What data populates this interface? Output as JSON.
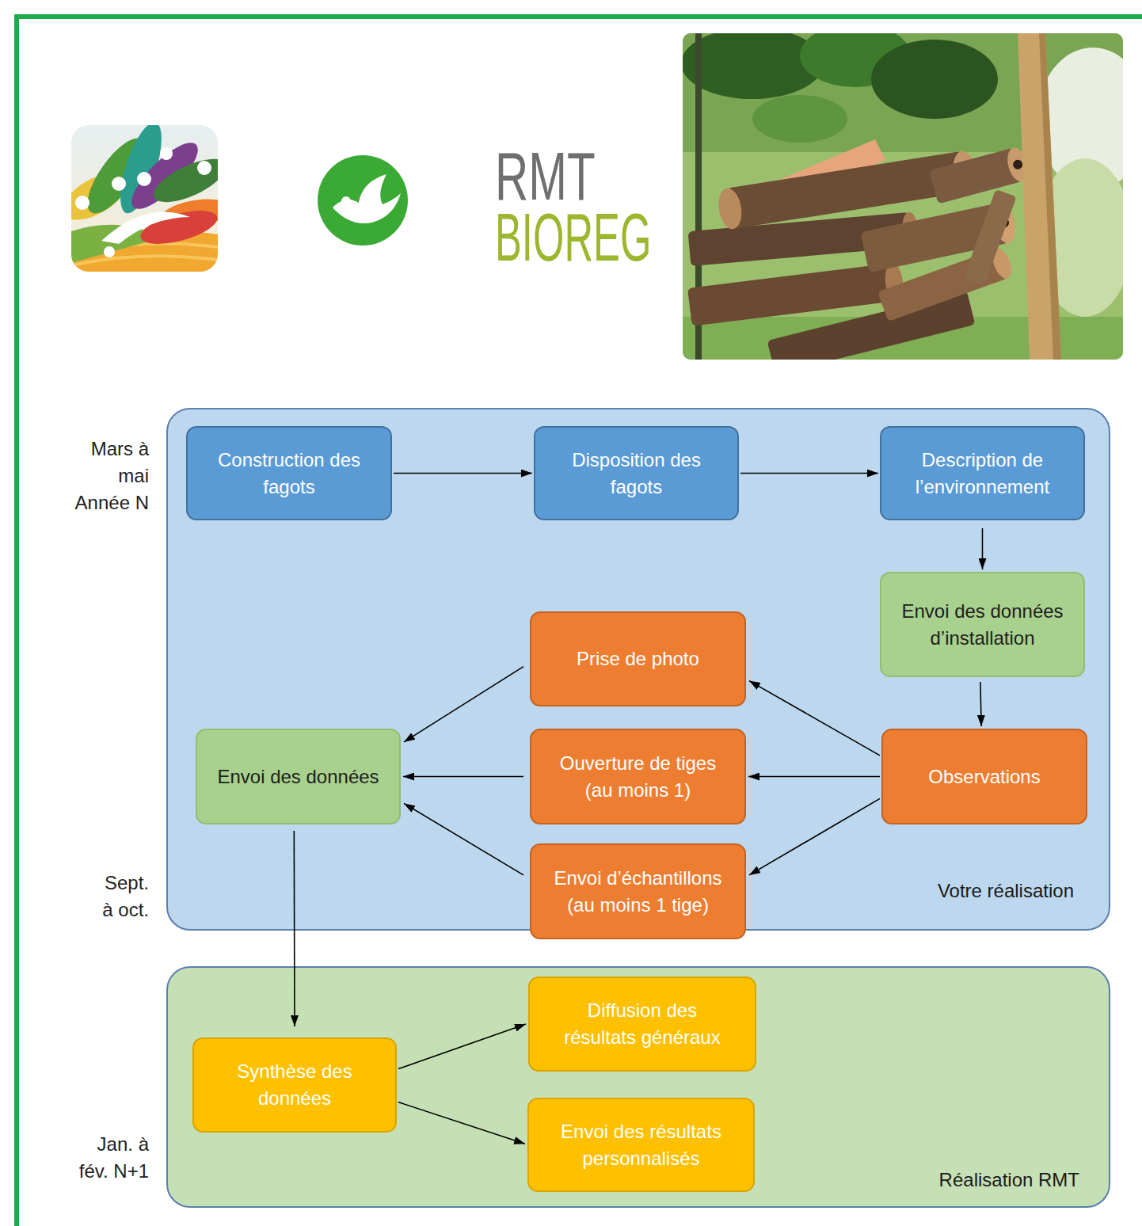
{
  "diagram": {
    "nodes": [
      {
        "text": [
          "Votre réalisation"
        ]
      },
      {
        "text": [
          "Construction des fagots"
        ],
        "in": 0
      },
      {
        "text": [
          "Disposition des fagots"
        ],
        "in": 0
      },
      {
        "text": [
          "Description de l’environnement"
        ],
        "in": 0
      },
      {
        "text": [
          "Envoi des données d’installation"
        ],
        "in": 0
      },
      {
        "text": [
          "Prise de photo"
        ],
        "in": 0
      },
      {
        "text": [
          "Envoi des données"
        ],
        "in": 0
      },
      {
        "text": [
          "Ouverture de tiges (au moins 1)"
        ],
        "in": 0
      },
      {
        "text": [
          "Observations"
        ],
        "in": 0
      },
      {
        "text": [
          "Envoi d’échantillons (au moins 1 tige)"
        ],
        "in": 0
      },
      {
        "text": [
          "Réalisation RMT"
        ]
      },
      {
        "text": [
          "Synthèse des données"
        ],
        "in": 10
      },
      {
        "text": [
          "Diffusion des résultats généraux"
        ],
        "in": 10
      },
      {
        "text": [
          "Envoi des résultats personnalisés"
        ],
        "in": 10
      }
    ],
    "edges": [
      {
        "from": 1,
        "to": 2,
        "arrow": "to"
      },
      {
        "from": 2,
        "to": 3,
        "arrow": "to"
      },
      {
        "from": 3,
        "to": 4,
        "arrow": "to"
      },
      {
        "from": 4,
        "to": 8,
        "arrow": "to"
      },
      {
        "from": 8,
        "to": 5,
        "arrow": "to"
      },
      {
        "from": 8,
        "to": 7,
        "arrow": "to"
      },
      {
        "from": 8,
        "to": 9,
        "arrow": "to"
      },
      {
        "from": 5,
        "to": 6,
        "arrow": "to"
      },
      {
        "from": 7,
        "to": 6,
        "arrow": "to"
      },
      {
        "from": 9,
        "to": 6,
        "arrow": "to"
      },
      {
        "from": 6,
        "to": 11,
        "arrow": "to"
      },
      {
        "from": 11,
        "to": 12,
        "arrow": "to"
      },
      {
        "from": 11,
        "to": 13,
        "arrow": "to"
      }
    ],
    "labels": [
      "RMT",
      "BIOREG",
      "Mars à mai Année N",
      "Sept. à oct.",
      "Jan. à fév. N+1"
    ]
  }
}
